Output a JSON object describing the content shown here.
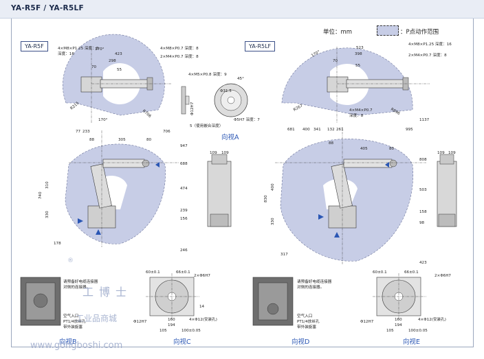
{
  "header": {
    "title": "YA-R5F / YA-R5LF"
  },
  "legend": {
    "unit": "单位：mm",
    "p_range": "：P点动作范围"
  },
  "sections": {
    "r5f": {
      "tag": "YA-R5F",
      "top_dims": [
        "4×M8×P1.25 深度：8",
        "深度：16",
        "4×M8×P0.7 深度：8",
        "2×M4×P0.7 深度：8",
        "170°",
        "423",
        "298",
        "70",
        "55",
        "170°",
        "R215",
        "R706"
      ],
      "side_dims": [
        "706",
        "77",
        "233",
        "88",
        "305",
        "80",
        "947",
        "688",
        "474",
        "239",
        "156",
        "740",
        "310",
        "330",
        "178",
        "246"
      ],
      "view_a": [
        "4×M5×P0.8 深度：9",
        "Φ31.5",
        "45°",
        "Φ12H7",
        "5（使用嵌合深度）",
        "Φ5H7 深度：7"
      ],
      "front_dims": [
        "109",
        "109"
      ]
    },
    "r5lf": {
      "tag": "YA-R5LF",
      "top_dims": [
        "523",
        "398",
        "70",
        "55",
        "170°",
        "4×M8×P1.25 深度：16",
        "2×M4×P0.7 深度：8",
        "4×M4×P0.7",
        "深度：8",
        "R267",
        "R896"
      ],
      "side_dims": [
        "995",
        "132",
        "261",
        "681",
        "400",
        "341",
        "88",
        "405",
        "80",
        "1137",
        "808",
        "503",
        "158",
        "98",
        "830",
        "400",
        "330",
        "317",
        "423"
      ],
      "front_dims": [
        "109",
        "109"
      ]
    }
  },
  "views": {
    "a": "向视A",
    "b": "向视B",
    "c": "向视C",
    "d": "向视D",
    "e": "向视E"
  },
  "bottom": {
    "c_dims": [
      "60±0.1",
      "66±0.1",
      "2×Φ6H7",
      "160",
      "194",
      "4×Φ12(安装孔)",
      "100±0.05",
      "105",
      "Φ12H7",
      "14"
    ],
    "e_dims": [
      "60±0.1",
      "66±0.1",
      "2×Φ6H7",
      "160",
      "194",
      "4×Φ12(安装孔)",
      "100±0.05",
      "105",
      "Φ12H7"
    ],
    "b_note": [
      "请预备好电缆连接器",
      "对侧的连接器。",
      "空气入口",
      "PT1/4放丝孔",
      "带外装旋塞"
    ],
    "d_note": [
      "请预备好电缆连接器",
      "对侧的连接器。",
      "空气入口",
      "PT1/4放丝孔",
      "带外装旋塞"
    ]
  },
  "watermark": {
    "brand": "工博士",
    "site": "www.gongboshi.com",
    "mall": "工业品商城",
    "reg": "®"
  },
  "colors": {
    "range_fill": "#c7cde6",
    "header_bg": "#e9edf5",
    "caption": "#2a56b4",
    "frame": "#9aa6bd"
  }
}
